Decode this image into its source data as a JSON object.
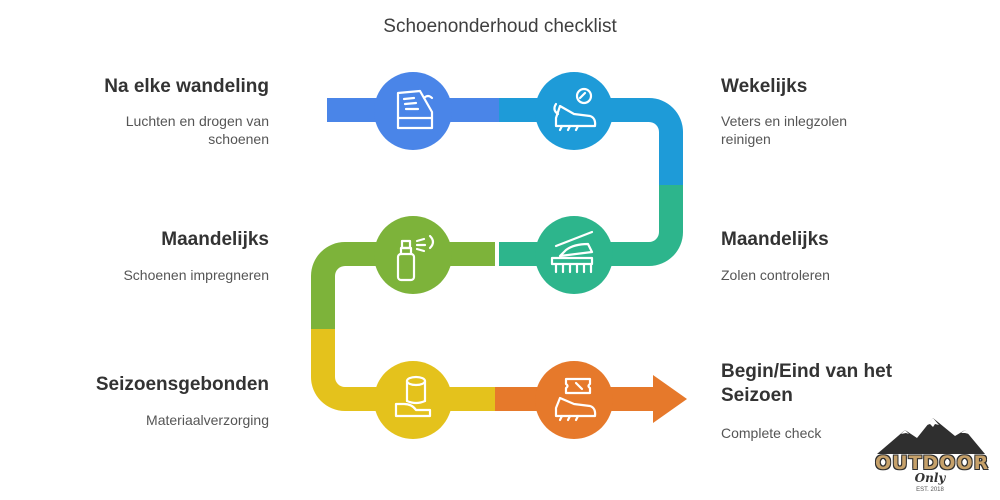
{
  "title": "Schoenonderhoud checklist",
  "steps": [
    {
      "title": "Na elke wandeling",
      "desc": "Luchten en drogen van schoenen",
      "color": "#4a85e8",
      "icon": "boot-drying-icon"
    },
    {
      "title": "Wekelijks",
      "desc": "Veters en inlegzolen reinigen",
      "color": "#1e9bd8",
      "icon": "shoe-cleaning-icon"
    },
    {
      "title": "Maandelijks",
      "desc": "Zolen controleren",
      "color": "#2db58c",
      "icon": "brush-sole-icon"
    },
    {
      "title": "Maandelijks",
      "desc": "Schoenen impregneren",
      "color": "#7db33a",
      "icon": "spray-can-icon"
    },
    {
      "title": "Seizoensgebonden",
      "desc": "Materiaalverzorging",
      "color": "#e4c21c",
      "icon": "care-product-icon"
    },
    {
      "title": "Begin/Eind van het Seizoen",
      "desc": "Complete check",
      "color": "#e6792b",
      "icon": "shoe-ticket-icon"
    }
  ],
  "logo": {
    "word": "OUTDOOR",
    "sub": "Only",
    "est": "EST. 2018"
  }
}
